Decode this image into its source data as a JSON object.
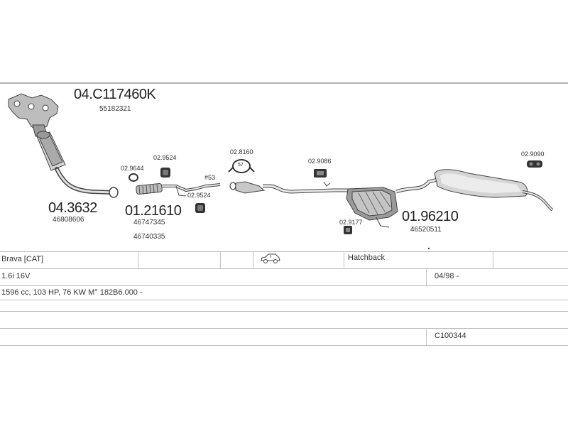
{
  "parts": {
    "manifold": {
      "code": "04.C117460K",
      "oe": "55182321"
    },
    "front_pipe": {
      "code": "04.3632",
      "oe": "46808606"
    },
    "middle_section": {
      "code": "01.21610",
      "oe1": "46747345",
      "oe2": "46740335"
    },
    "rear_section": {
      "code": "01.96210",
      "oe": "46520511"
    },
    "fittings": {
      "f1": "02.9644",
      "f2": "02.9524",
      "f3": "02.9524",
      "f4": "02.8160",
      "f5": "02.9086",
      "f6": "02.9177",
      "f7": "02.9090"
    },
    "misc": {
      "clamp_tag": "#53",
      "ring_size": "57"
    }
  },
  "vehicle": {
    "model": "Brava  [CAT]",
    "body_type": "Hatchback",
    "engine": "1.6i 16V",
    "date": "04/98 -",
    "details": "1596 cc, 103 HP, 76 KW  M° 182B6.000 -",
    "catalog_no": "C100344",
    "car_icon": "car-icon"
  }
}
